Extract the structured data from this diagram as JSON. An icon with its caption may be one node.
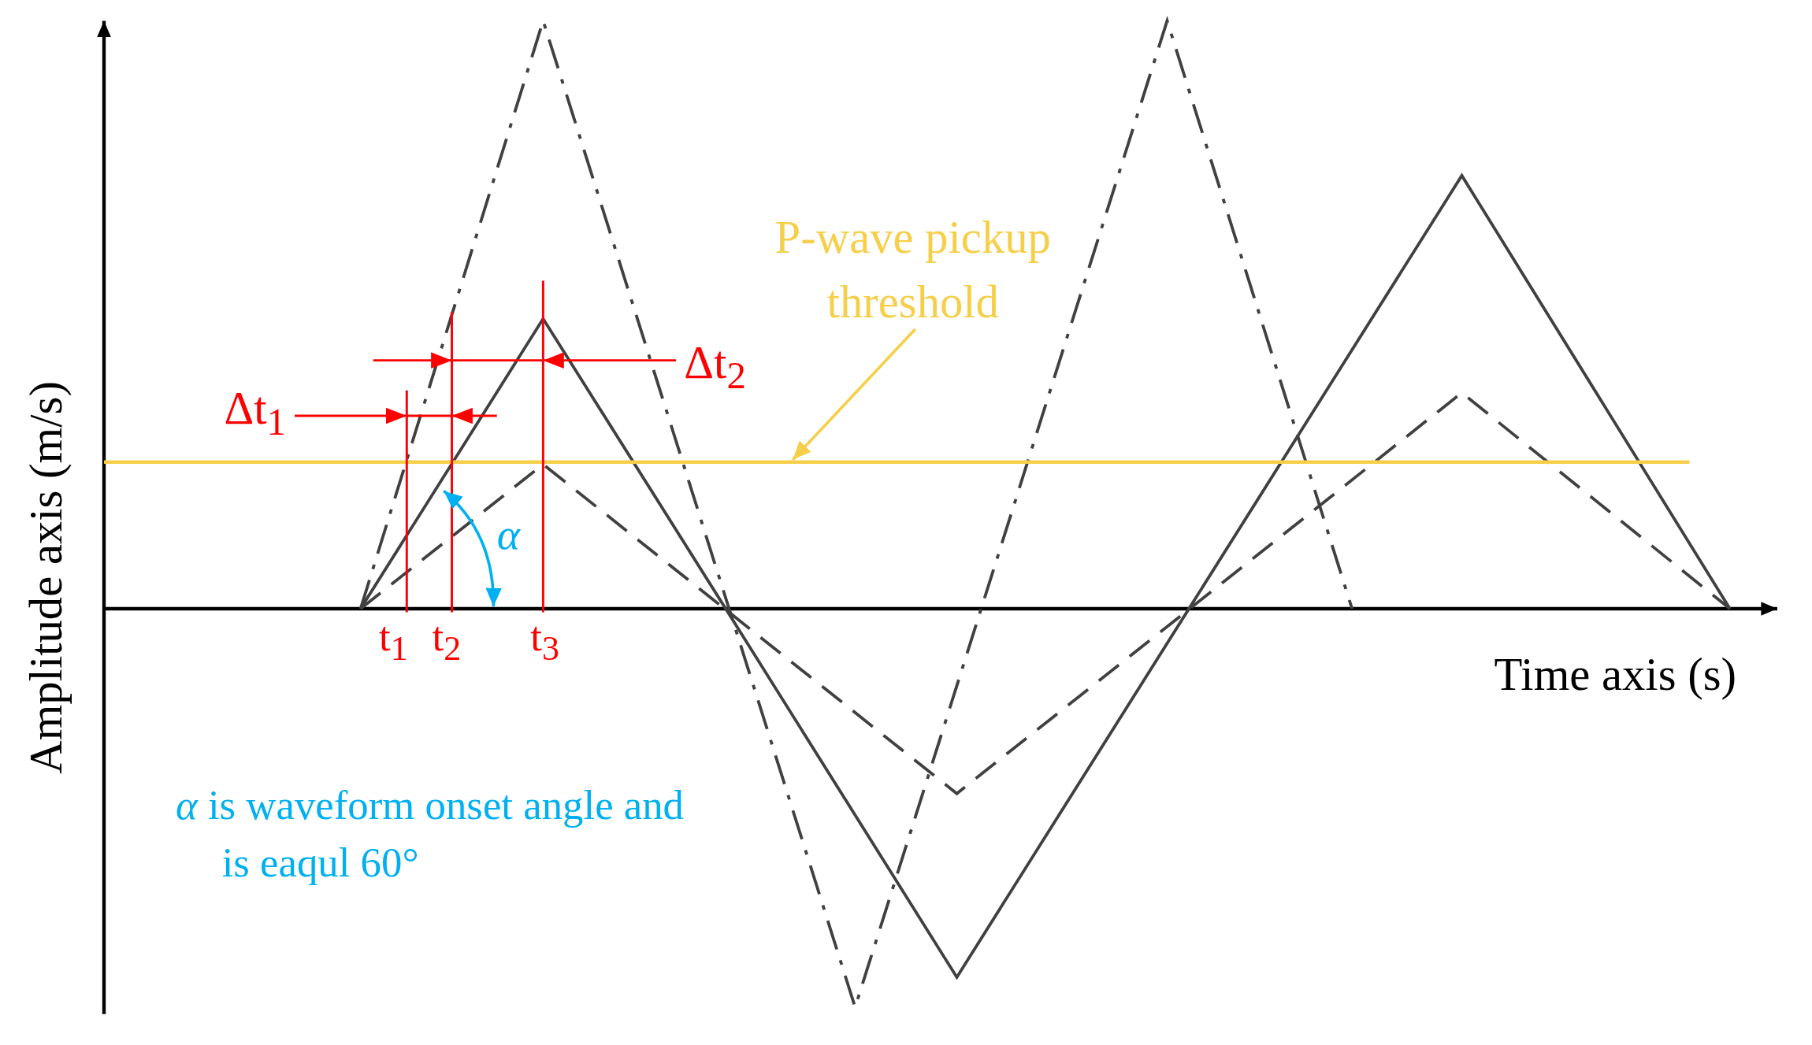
{
  "diagram": {
    "nodes": [
      {
        "text": [
          "P-wave pickup threshold"
        ]
      },
      {
        "text": [],
        "shape": "line"
      }
    ],
    "edges": [
      {
        "from": 0,
        "to": 1,
        "arrow": "to"
      }
    ],
    "labels": [
      "Δt$_{2}$",
      "Δt$_{1}$",
      "α",
      "Amplitude axis (m/s)",
      "t$_{1}$",
      "t$_{2}$",
      "t$_{3}$",
      "Time axis (s)",
      "*α* is waveform onset angle and is eaqul 60°"
    ]
  }
}
